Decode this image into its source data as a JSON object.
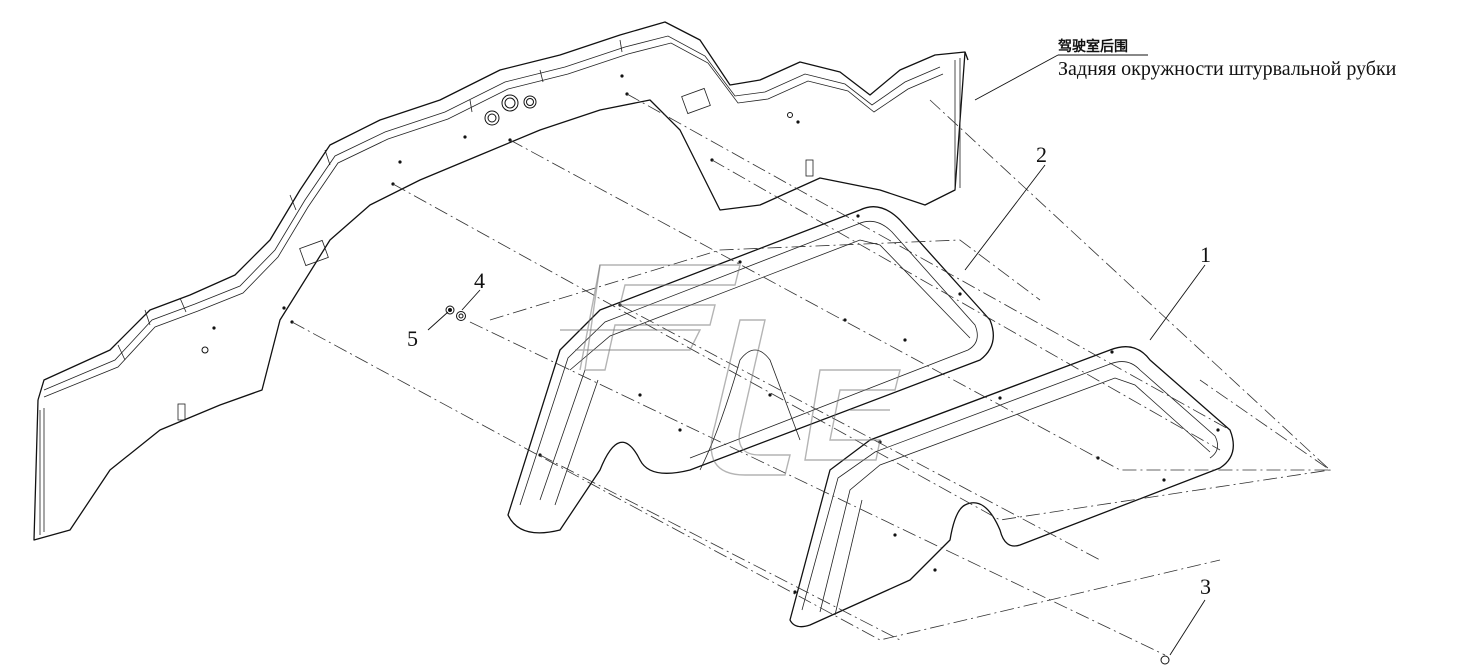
{
  "title_zh": "驾驶室后围",
  "title_ru": "Задняя окружности штурвальной рубки",
  "callouts": [
    {
      "id": "1",
      "label": "1"
    },
    {
      "id": "2",
      "label": "2"
    },
    {
      "id": "3",
      "label": "3"
    },
    {
      "id": "4",
      "label": "4"
    },
    {
      "id": "5",
      "label": "5"
    }
  ],
  "colors": {
    "line": "#111111",
    "watermark": "#777777",
    "background": "#ffffff"
  }
}
